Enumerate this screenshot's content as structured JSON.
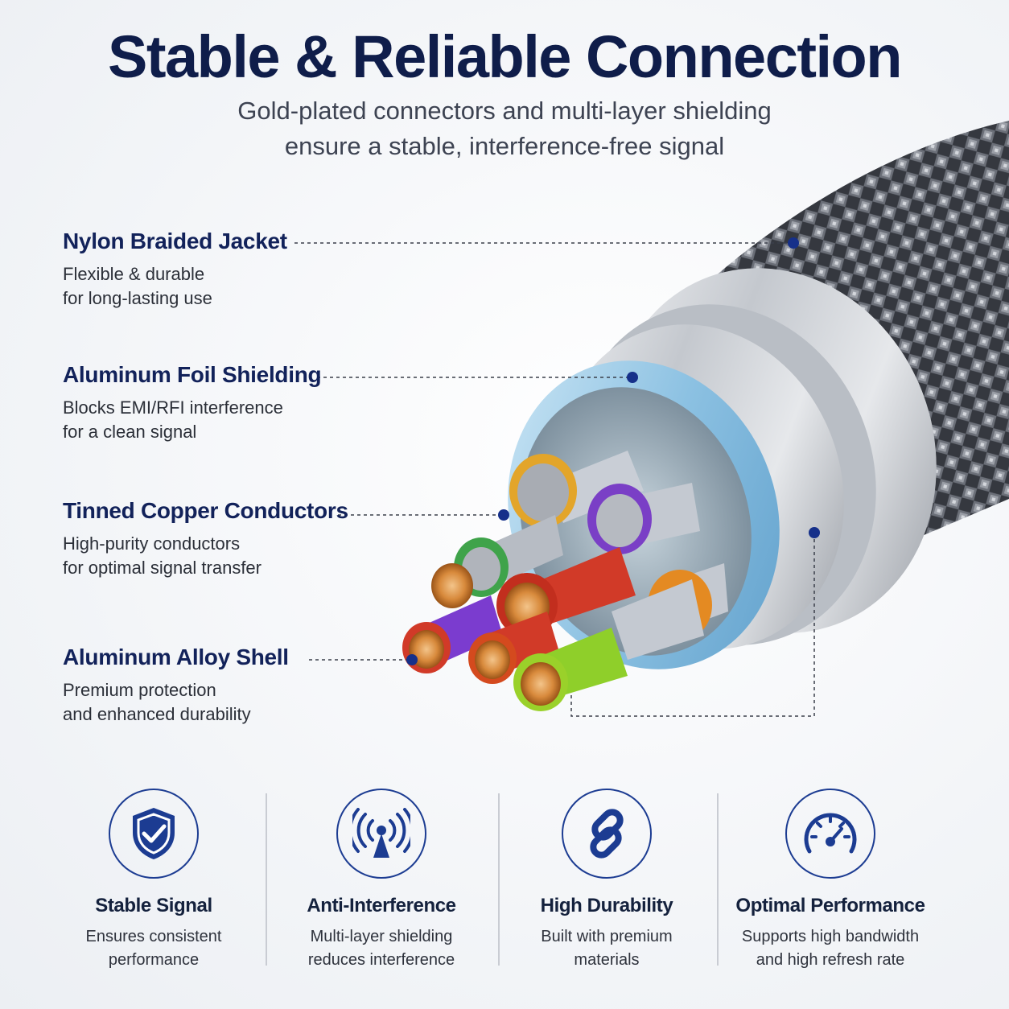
{
  "header": {
    "title": "Stable & Reliable Connection",
    "subtitle_line1": "Gold-plated connectors and multi-layer shielding",
    "subtitle_line2": "ensure a stable, interference-free signal"
  },
  "layers": [
    {
      "title": "Nylon Braided Jacket",
      "desc_line1": "Flexible & durable",
      "desc_line2": "for long-lasting use"
    },
    {
      "title": "Aluminum Foil Shielding",
      "desc_line1": "Blocks EMI/RFI interference",
      "desc_line2": "for a clean signal"
    },
    {
      "title": "Tinned Copper Conductors",
      "desc_line1": "High-purity conductors",
      "desc_line2": "for optimal signal transfer"
    },
    {
      "title": "Aluminum Alloy Shell",
      "desc_line1": "Premium protection",
      "desc_line2": "and enhanced durability"
    }
  ],
  "features": [
    {
      "icon": "shield-check-icon",
      "title": "Stable Signal",
      "desc_line1": "Ensures consistent",
      "desc_line2": "performance"
    },
    {
      "icon": "signal-tower-icon",
      "title": "Anti-Interference",
      "desc_line1": "Multi-layer shielding",
      "desc_line2": "reduces interference"
    },
    {
      "icon": "chain-link-icon",
      "title": "High Durability",
      "desc_line1": "Built with premium",
      "desc_line2": "materials"
    },
    {
      "icon": "speedometer-icon",
      "title": "Optimal Performance",
      "desc_line1": "Supports high bandwidth",
      "desc_line2": "and high refresh rate"
    }
  ],
  "colors": {
    "title": "#0f1d4a",
    "accent": "#1c3c92",
    "marker": "#16308a",
    "foil": "#8fc4e4",
    "shell": "#c8ccd2",
    "braid": "#4a4d55"
  }
}
